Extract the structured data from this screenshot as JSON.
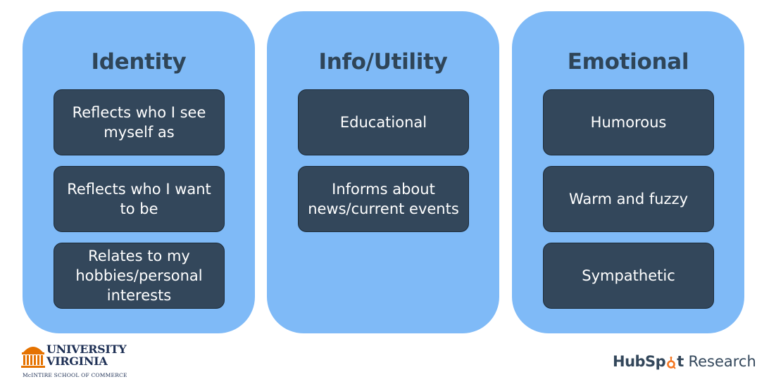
{
  "columns": [
    {
      "title": "Identity",
      "items": [
        "Reflects who I see myself as",
        "Reflects who I want to be",
        "Relates to my hobbies/personal interests"
      ]
    },
    {
      "title": "Info/Utility",
      "items": [
        "Educational",
        "Informs about news/current events"
      ]
    },
    {
      "title": "Emotional",
      "items": [
        "Humorous",
        "Warm and fuzzy",
        "Sympathetic"
      ]
    }
  ],
  "logos": {
    "uva_line1": "UNIVERSITY",
    "uva_line2": "VIRGINIA",
    "uva_line3": "McINTIRE SCHOOL OF COMMERCE",
    "hubspot_brand_a": "HubSp",
    "hubspot_brand_b": "t",
    "hubspot_product": "Research"
  },
  "colors": {
    "column_bg": "#7fbaf7",
    "card_bg": "#33475b",
    "title_text": "#2f4558",
    "uva_orange": "#e57200",
    "hubspot_orange": "#f57722"
  }
}
